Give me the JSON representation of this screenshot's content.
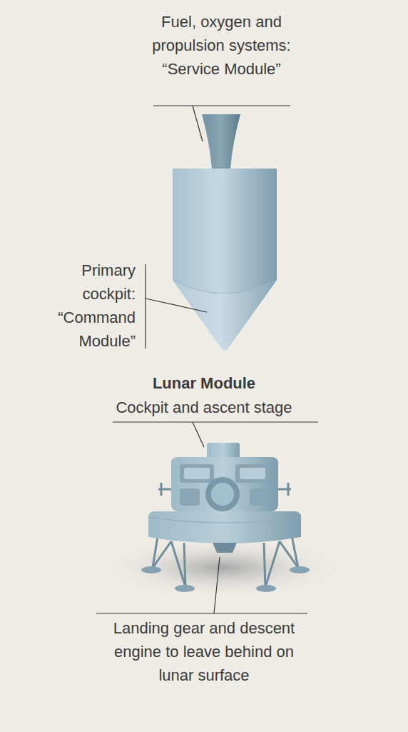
{
  "diagram": {
    "labels": [
      "Fuel, oxygen and propulsion systems: “Service Module”",
      "Primary cockpit: “Command Module”",
      "Lunar Module",
      "Cockpit and ascent stage",
      "Landing gear and descent engine to leave behind on lunar surface"
    ]
  }
}
